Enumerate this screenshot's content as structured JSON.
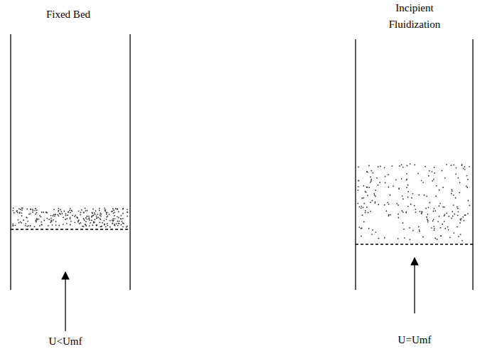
{
  "diagram": {
    "labels": [
      "Fixed Bed",
      "Incipient Fluidization",
      "U<Umf",
      "U=Umf"
    ]
  }
}
